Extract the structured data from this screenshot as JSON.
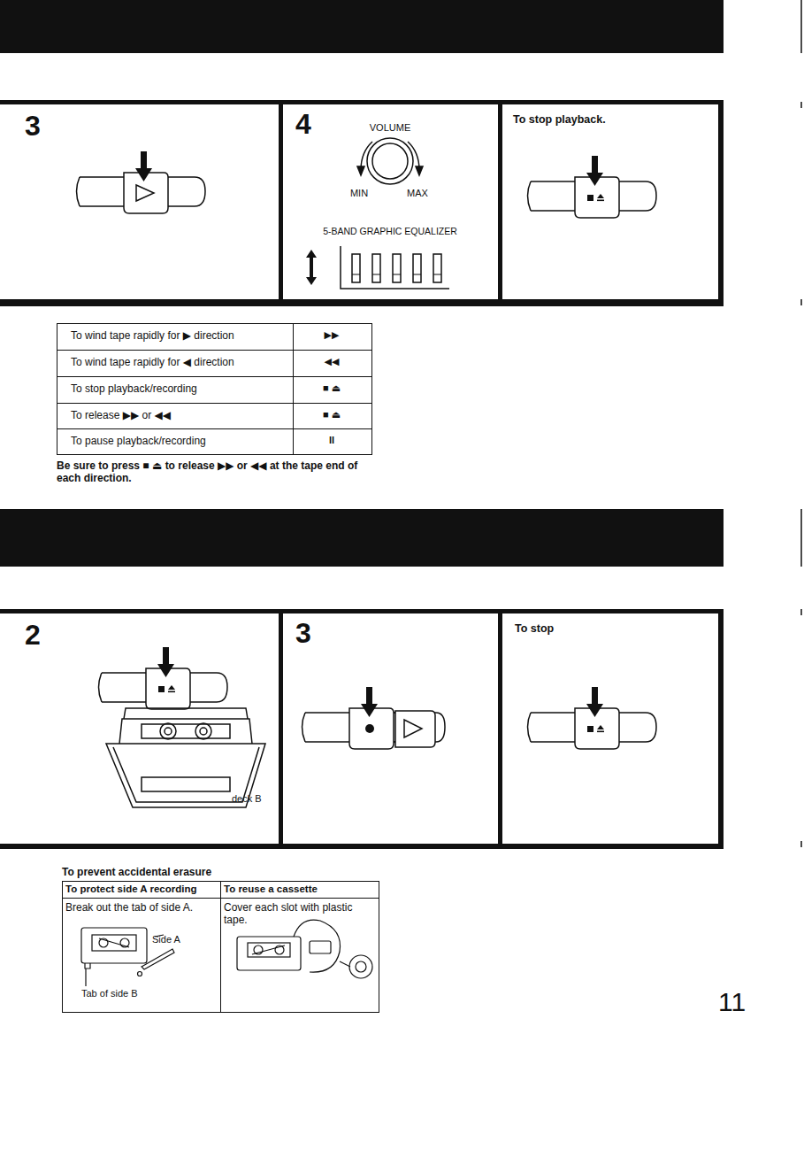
{
  "diagram": {
    "nodes": [
      {
        "text": [
          "3"
        ]
      },
      {
        "text": [
          "4",
          "VOLUME",
          "MIN",
          "MAX",
          "5-BAND GRAPHIC EQUALIZER"
        ]
      },
      {
        "text": [
          "To stop playback."
        ]
      },
      {
        "text": [
          "2",
          "deck B"
        ]
      },
      {
        "text": [
          "3"
        ]
      },
      {
        "text": [
          "To stop"
        ]
      }
    ],
    "labels": [
      "To wind tape rapidly for ▶ direction",
      "▶▶",
      "To wind tape rapidly for ◀ direction",
      "◀◀",
      "To stop playback/recording",
      "■ ⏏",
      "To release ▶▶ or ◀◀",
      "■ ⏏",
      "To pause playback/recording",
      "II",
      "Be sure to press ■ ⏏ to release ▶▶ or ◀◀ at the tape end of each direction.",
      "To prevent accidental erasure",
      "To protect side A recording",
      "To reuse a cassette",
      "Break out the tab of side A.",
      "Cover each slot with plastic tape.",
      "Side A",
      "Tab of side B",
      "11"
    ]
  }
}
